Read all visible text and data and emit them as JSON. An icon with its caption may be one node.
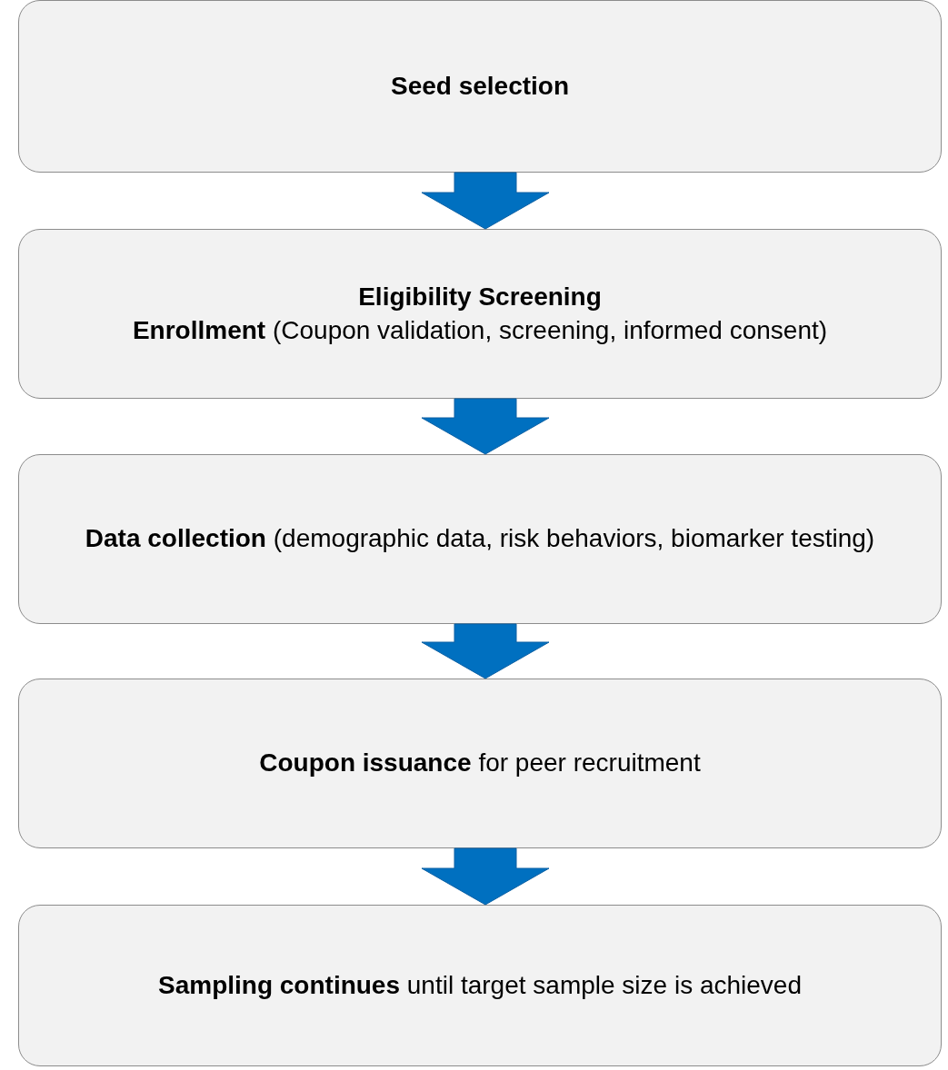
{
  "diagram": {
    "nodes": [
      {
        "text": [
          "Seed selection"
        ]
      },
      {
        "text": [
          "Eligibility Screening",
          "**Enrollment** (Coupon validation, screening, informed consent)"
        ]
      },
      {
        "text": [
          "**Data collection** (demographic data, risk behaviors, biomarker testing)"
        ]
      },
      {
        "text": [
          "**Coupon issuance** for peer recruitment"
        ]
      },
      {
        "text": [
          "**Sampling continues** until target sample size is achieved"
        ]
      }
    ],
    "edges": [
      {
        "from": 0,
        "to": 1,
        "arrow": "to"
      },
      {
        "from": 1,
        "to": 2,
        "arrow": "to"
      },
      {
        "from": 2,
        "to": 3,
        "arrow": "to"
      },
      {
        "from": 3,
        "to": 4,
        "arrow": "to"
      }
    ]
  }
}
